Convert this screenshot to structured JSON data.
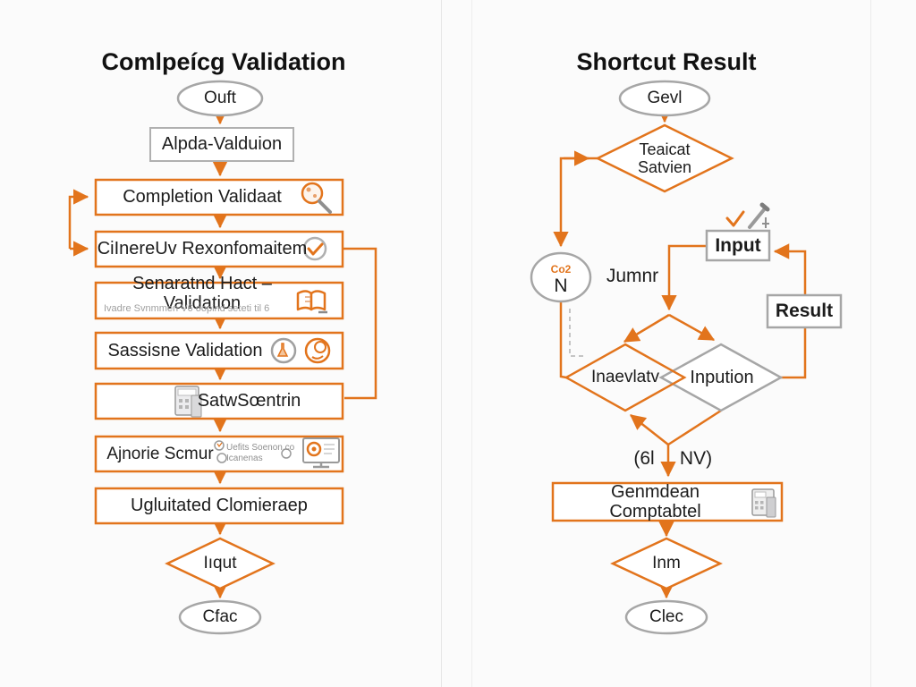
{
  "colors": {
    "accent_orange": "#e2741c",
    "shape_gray": "#a6a6a6",
    "background": "#fbfbfb"
  },
  "left": {
    "title": "Comlpeícg Validation",
    "start_oval": "Ouft",
    "box1": "Alpda-Valduion",
    "box2": "Completion Validaat",
    "box3": "CiInereUv Rexonfomaitem",
    "box4": {
      "main": "Senaratnd Hact – Validation",
      "sub": "Ivadre Svnmmen V6 oopind seteti til 6"
    },
    "box5": "Sassisne Validation",
    "box6": "SatwSœntrin",
    "box7": {
      "main": "Ajnorie Scmur",
      "note1": "Uefits Soenon.co",
      "note2": "Icanenas"
    },
    "box8": "Ugluitated Clomieraep",
    "decision": "Iıqut",
    "end_oval": "Cfac"
  },
  "right": {
    "title": "Shortcut Result",
    "start_oval": "Gevl",
    "decision_top_line1": "Teaicat",
    "decision_top_line2": "Satvien",
    "co2_top": "Co2",
    "co2_main": "N",
    "jump_label": "Jumnr",
    "input_box": "Input",
    "result_box": "Result",
    "diamond_left": "Inaevlatv",
    "diamond_right": "Inpution",
    "branch_left": "(6l",
    "branch_right": "NV)",
    "process_box": "Genmdean Comptabtel",
    "decision_bottom": "Inm",
    "end_oval": "Clec"
  }
}
